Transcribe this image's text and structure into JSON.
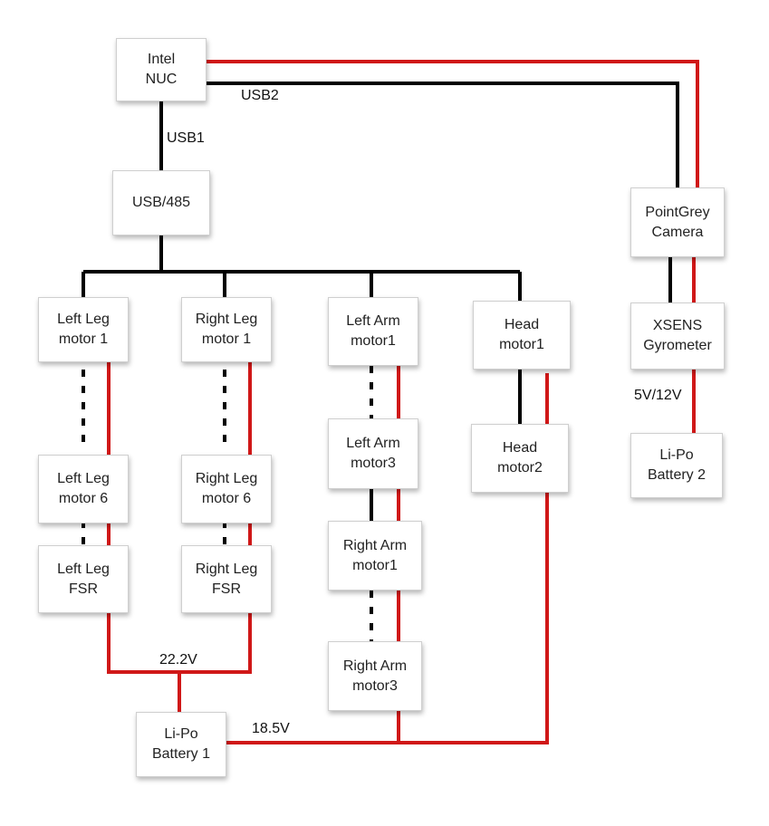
{
  "colors": {
    "signal": "#000000",
    "power": "#d01818",
    "box_border": "#cfcfcf"
  },
  "nodes": {
    "nuc": {
      "line1": "Intel",
      "line2": "NUC"
    },
    "usb485": {
      "line1": "USB/485",
      "line2": ""
    },
    "camera": {
      "line1": "PointGrey",
      "line2": "Camera"
    },
    "gyro": {
      "line1": "XSENS",
      "line2": "Gyrometer"
    },
    "battery2": {
      "line1": "Li-Po",
      "line2": "Battery 2"
    },
    "ll1": {
      "line1": "Left Leg",
      "line2": "motor 1"
    },
    "rl1": {
      "line1": "Right Leg",
      "line2": "motor 1"
    },
    "la1": {
      "line1": "Left Arm",
      "line2": "motor1"
    },
    "h1": {
      "line1": "Head",
      "line2": "motor1"
    },
    "ll6": {
      "line1": "Left Leg",
      "line2": "motor 6"
    },
    "rl6": {
      "line1": "Right Leg",
      "line2": "motor 6"
    },
    "la3": {
      "line1": "Left Arm",
      "line2": "motor3"
    },
    "h2": {
      "line1": "Head",
      "line2": "motor2"
    },
    "llfsr": {
      "line1": "Left Leg",
      "line2": "FSR"
    },
    "rlfsr": {
      "line1": "Right Leg",
      "line2": "FSR"
    },
    "ra1": {
      "line1": "Right Arm",
      "line2": "motor1"
    },
    "ra3": {
      "line1": "Right Arm",
      "line2": "motor3"
    },
    "battery1": {
      "line1": "Li-Po",
      "line2": "Battery 1"
    }
  },
  "labels": {
    "usb1": "USB1",
    "usb2": "USB2",
    "v222": "22.2V",
    "v185": "18.5V",
    "v512": "5V/12V"
  }
}
